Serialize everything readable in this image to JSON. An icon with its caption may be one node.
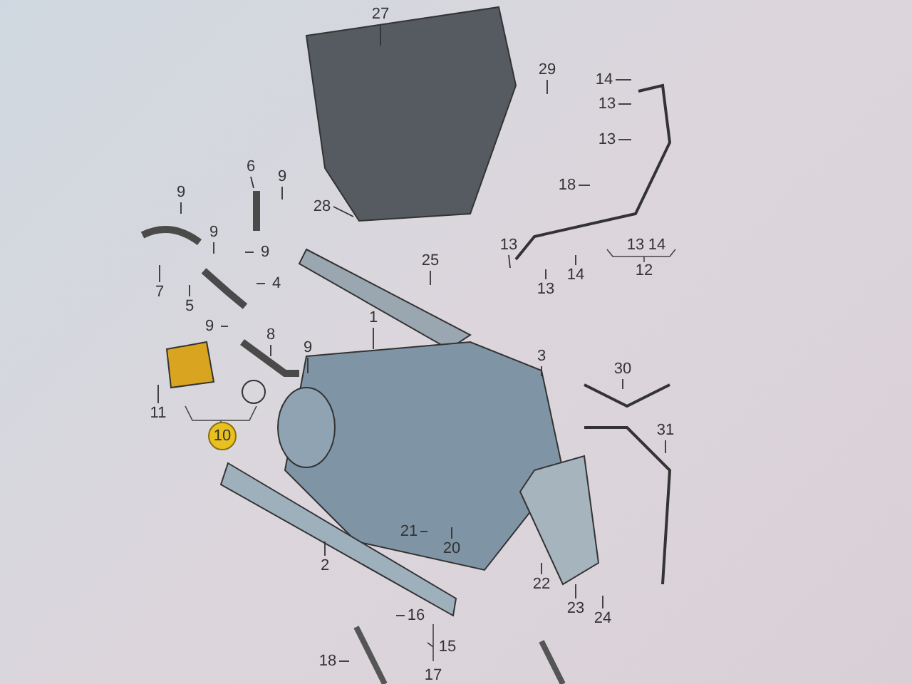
{
  "diagram": {
    "nodes": [
      {
        "text": [
          "27"
        ]
      },
      {
        "text": [
          "29"
        ]
      },
      {
        "text": [
          "14"
        ]
      },
      {
        "text": [
          "13"
        ]
      },
      {
        "text": [
          "13"
        ]
      },
      {
        "text": [
          "6"
        ]
      },
      {
        "text": [
          "9"
        ]
      },
      {
        "text": [
          "18"
        ]
      },
      {
        "text": [
          "9"
        ]
      },
      {
        "text": [
          "28"
        ]
      },
      {
        "text": [
          "9"
        ]
      },
      {
        "text": [
          "13"
        ]
      },
      {
        "text": [
          "9"
        ]
      },
      {
        "text": [
          "25"
        ]
      },
      {
        "text": [
          "14"
        ]
      },
      {
        "text": [
          "4"
        ]
      },
      {
        "text": [
          "13"
        ]
      },
      {
        "text": [
          "7"
        ]
      },
      {
        "text": [
          "5"
        ]
      },
      {
        "text": [
          "1"
        ]
      },
      {
        "text": [
          "9"
        ]
      },
      {
        "text": [
          "8"
        ]
      },
      {
        "text": [
          "9"
        ]
      },
      {
        "text": [
          "3"
        ]
      },
      {
        "text": [
          "30"
        ]
      },
      {
        "text": [
          "11"
        ]
      },
      {
        "text": [
          "10"
        ]
      },
      {
        "text": [
          "31"
        ]
      },
      {
        "text": [
          "21"
        ]
      },
      {
        "text": [
          "20"
        ]
      },
      {
        "text": [
          "2"
        ]
      },
      {
        "text": [
          "22"
        ]
      },
      {
        "text": [
          "23"
        ]
      },
      {
        "text": [
          "24"
        ]
      },
      {
        "text": [
          "16"
        ]
      },
      {
        "text": [
          "18"
        ]
      }
    ],
    "edges": [
      {
        "from": 0,
        "to": null,
        "arrow": "none"
      },
      {
        "from": 1,
        "to": null,
        "arrow": "none"
      },
      {
        "from": 2,
        "to": null,
        "arrow": "none"
      },
      {
        "from": 3,
        "to": null,
        "arrow": "none"
      },
      {
        "from": 4,
        "to": null,
        "arrow": "none"
      },
      {
        "from": 5,
        "to": null,
        "arrow": "none"
      },
      {
        "from": 6,
        "to": null,
        "arrow": "none"
      },
      {
        "from": 7,
        "to": null,
        "arrow": "none"
      },
      {
        "from": 8,
        "to": null,
        "arrow": "none"
      },
      {
        "from": 9,
        "to": null,
        "arrow": "none"
      },
      {
        "from": 10,
        "to": null,
        "arrow": "none"
      },
      {
        "from": 11,
        "to": null,
        "arrow": "none"
      },
      {
        "from": 12,
        "to": null,
        "arrow": "none"
      },
      {
        "from": 13,
        "to": null,
        "arrow": "none"
      },
      {
        "from": 14,
        "to": null,
        "arrow": "none"
      },
      {
        "from": 15,
        "to": null,
        "arrow": "none"
      },
      {
        "from": 16,
        "to": null,
        "arrow": "none"
      },
      {
        "from": 17,
        "to": null,
        "arrow": "none"
      },
      {
        "from": 18,
        "to": null,
        "arrow": "none"
      },
      {
        "from": 19,
        "to": null,
        "arrow": "none"
      },
      {
        "from": 20,
        "to": null,
        "arrow": "none"
      },
      {
        "from": 21,
        "to": null,
        "arrow": "none"
      },
      {
        "from": 22,
        "to": null,
        "arrow": "none"
      },
      {
        "from": 23,
        "to": null,
        "arrow": "none"
      },
      {
        "from": 24,
        "to": null,
        "arrow": "none"
      },
      {
        "from": 25,
        "to": null,
        "arrow": "none"
      },
      {
        "from": 27,
        "to": null,
        "arrow": "none"
      },
      {
        "from": 28,
        "to": null,
        "arrow": "none"
      },
      {
        "from": 29,
        "to": null,
        "arrow": "none"
      },
      {
        "from": 30,
        "to": null,
        "arrow": "none"
      },
      {
        "from": 31,
        "to": null,
        "arrow": "none"
      },
      {
        "from": 32,
        "to": null,
        "arrow": "none"
      },
      {
        "from": 33,
        "to": null,
        "arrow": "none"
      },
      {
        "from": 34,
        "to": null,
        "arrow": "none"
      },
      {
        "from": 35,
        "to": null,
        "arrow": "none"
      }
    ],
    "labels": [
      "13",
      "14",
      "12",
      "15",
      "17"
    ]
  }
}
